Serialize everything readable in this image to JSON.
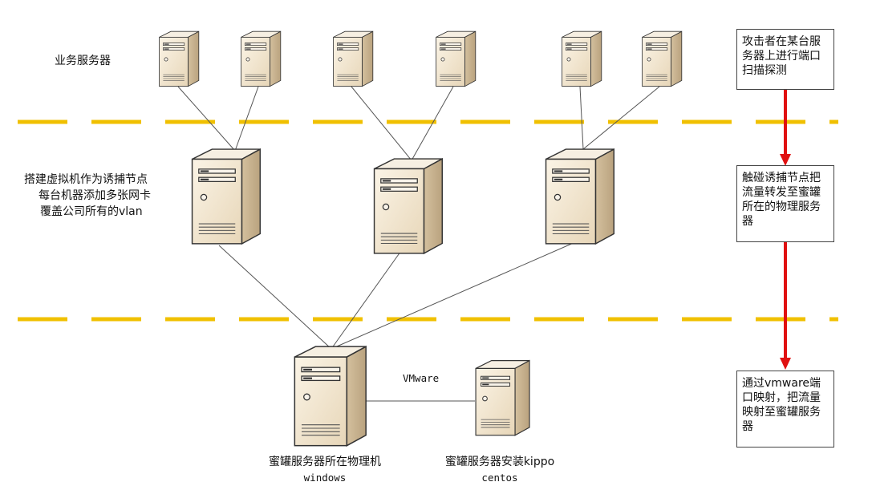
{
  "labels": {
    "business_servers": "业务服务器",
    "decoy_desc": [
      "搭建虚拟机作为诱捕节点",
      "每台机器添加多张网卡",
      "覆盖公司所有的vlan"
    ],
    "vmware": "VMware",
    "physical_machine": [
      "蜜罐服务器所在物理机",
      "windows"
    ],
    "honeypot_server": [
      "蜜罐服务器安装kippo",
      "centos"
    ]
  },
  "steps": [
    {
      "text": "攻击者在某台服务器上进行端口扫描探测"
    },
    {
      "text": "触碰诱捕节点把流量转发至蜜罐所在的物理服务器"
    },
    {
      "text": "通过vmware端口映射，把流量映射至蜜罐服务器"
    }
  ],
  "colors": {
    "zone_divider": "#f0c000",
    "flow_arrow": "#e01010",
    "server_body": "#efe2cc",
    "server_side": "#cfb99a",
    "connector": "#555555"
  },
  "icons": {
    "server": "tower-server-icon",
    "arrow": "red-down-arrow-icon"
  }
}
